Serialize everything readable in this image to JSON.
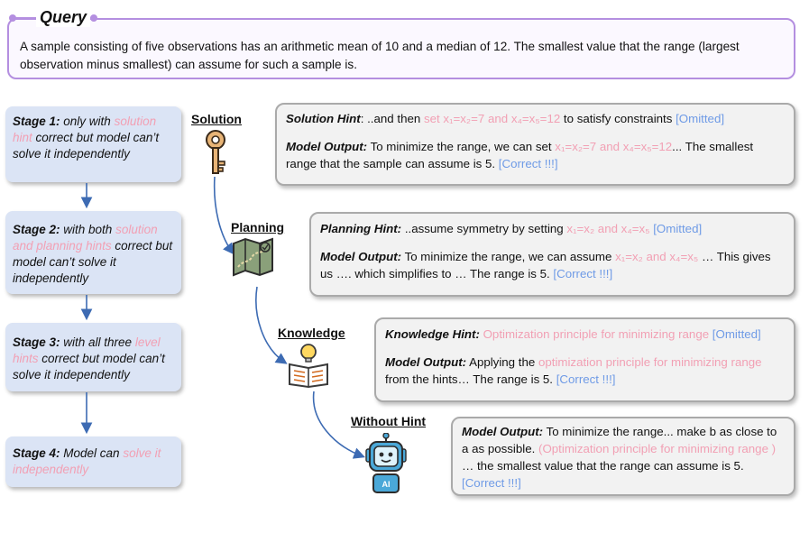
{
  "query": {
    "title": "Query",
    "text": "A sample consisting of five observations has an arithmetic mean of 10 and a median of 12. The smallest value that the range (largest observation minus smallest) can assume for such a sample is."
  },
  "stages": [
    {
      "head": "Stage 1:",
      "parts": [
        " only  with ",
        "solution hint",
        " correct but model can’t solve it independently"
      ]
    },
    {
      "head": "Stage 2:",
      "parts": [
        " with both ",
        "solution and planning hints",
        " correct but model can’t solve it independently"
      ]
    },
    {
      "head": "Stage 3:",
      "parts": [
        " with all three ",
        "level hints",
        " correct but model can’t solve it independently"
      ]
    },
    {
      "head": "Stage 4:",
      "parts": [
        " Model can ",
        "solve it independently",
        ""
      ]
    }
  ],
  "labels": {
    "solution": "Solution",
    "planning": "Planning",
    "knowledge": "Knowledge",
    "without_hint": "Without Hint"
  },
  "solution_box": {
    "hint_label": "Solution Hint",
    "hint_pre": ": ..and then ",
    "hint_colored": "set x₁=x₂=7 and x₄=x₅=12",
    "hint_post": " to satisfy constraints ",
    "hint_tag": "[Omitted]",
    "out_label": "Model Output:",
    "out_pre": " To minimize the range, we can set ",
    "out_colored": "x₁=x₂=7 and  x₄=x₅=12",
    "out_post": "... The smallest range that the sample can assume is 5. ",
    "out_tag": "[Correct !!!]"
  },
  "planning_box": {
    "hint_label": "Planning Hint:",
    "hint_pre": " ..assume symmetry by setting  ",
    "hint_colored": "x₁=x₂ and  x₄=x₅",
    "hint_tag": " [Omitted]",
    "out_label": "Model Output:",
    "out_pre": " To minimize the range, we can assume  ",
    "out_colored": "x₁=x₂ and  x₄=x₅",
    "out_post": " … This gives us …. which simplifies to … The range is 5. ",
    "out_tag": "[Correct !!!]"
  },
  "knowledge_box": {
    "hint_label": "Knowledge Hint:",
    "hint_colored": " Optimization principle for minimizing range",
    "hint_tag": " [Omitted]",
    "out_label": "Model Output:",
    "out_pre": " Applying the ",
    "out_colored": "optimization principle for minimizing range",
    "out_post": " from the hints… The range is 5. ",
    "out_tag": "[Correct !!!]"
  },
  "nohint_box": {
    "out_label": "Model Output:",
    "out_pre": " To minimize the range... make b as close to a as possible. ",
    "out_colored": "(Optimization principle for minimizing range )",
    "out_post": " … the smallest value that the range can assume is 5. ",
    "out_tag": "[Correct !!!]"
  },
  "robot_text": "AI",
  "colors": {
    "accent_purple": "#b48fe0",
    "hint_pink": "#f2a0b4",
    "tag_blue": "#6f9be6",
    "stage_fill": "#dbe4f5",
    "arrow_blue": "#3d6bb3"
  }
}
